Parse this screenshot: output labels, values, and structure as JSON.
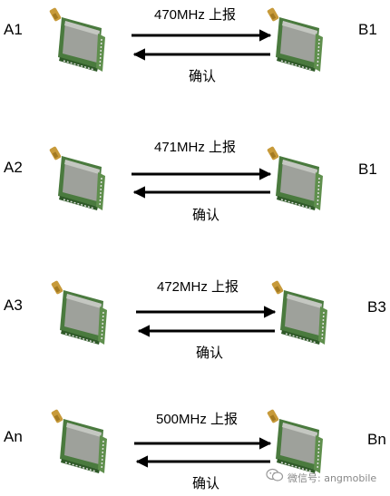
{
  "rows": [
    {
      "left": "A1",
      "right": "B1",
      "report": "470MHz 上报",
      "ack": "确认"
    },
    {
      "left": "A2",
      "right": "B1",
      "report": "471MHz 上报",
      "ack": "确认"
    },
    {
      "left": "A3",
      "right": "B3",
      "report": "472MHz 上报",
      "ack": "确认"
    },
    {
      "left": "An",
      "right": "Bn",
      "report": "500MHz 上报",
      "ack": "确认"
    }
  ],
  "watermark": "微信号: angmobile",
  "icons": {
    "module": "rf-module-icon",
    "watermark": "wechat-icon"
  }
}
